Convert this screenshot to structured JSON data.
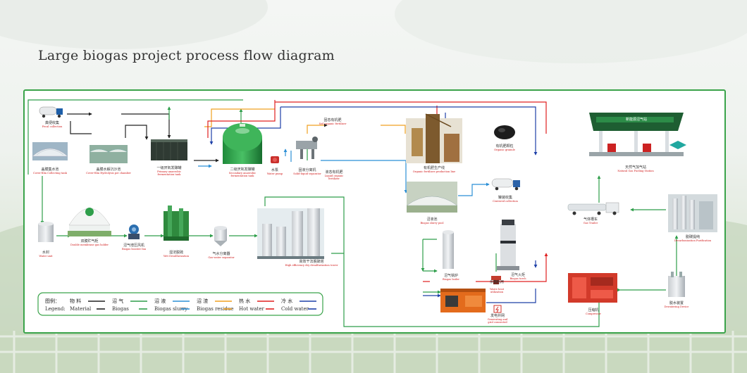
{
  "title": "Large biogas project process flow diagram",
  "colors": {
    "material": "#222222",
    "biogas": "#2e9e4a",
    "biogas_slurry": "#2b8fd6",
    "biogas_residue": "#f0a020",
    "hot_water": "#e02020",
    "cold_water": "#1e40a8",
    "frame": "#3aa34a"
  },
  "nodes": {
    "fecal_collection": {
      "cn": "粪便收集",
      "en": "Fecal collection"
    },
    "covered_collecting_tank": {
      "cn": "盖膜集水池",
      "en": "Cover-film Collecting tank"
    },
    "hydrolysis_pot": {
      "cn": "盖膜水解沉沙池",
      "en": "Cover-film Hydrolysis pot chamber"
    },
    "primary_fermentation": {
      "cn": "一级厌氧发酵罐",
      "en1": "Primary anaerobic",
      "en2": "fermentation tank"
    },
    "secondary_fermentation": {
      "cn": "二级厌氧发酵罐",
      "en1": "Secondary anaerobic",
      "en2": "fermentation tank"
    },
    "water_pump": {
      "cn": "水泵",
      "en": "Water pump"
    },
    "solid_liquid_separator": {
      "cn": "固液分离机",
      "en": "Solid-liquid separator"
    },
    "soil_organic_fertilizer": {
      "cn": "固态有机肥",
      "en": "Soil organic fertilizer"
    },
    "liquid_organic_fertilizer": {
      "cn": "液态有机肥",
      "en1": "Liquid organic",
      "en2": "fertilizer"
    },
    "fertilizer_production_line": {
      "cn": "有机肥生产线",
      "en": "Organic fertilizer production line"
    },
    "organic_granule": {
      "cn": "有机肥颗粒",
      "en": "Organic granule"
    },
    "biogas_slurry_pool": {
      "cn": "沼液池",
      "en": "Biogas slurry pool"
    },
    "centered_collection": {
      "cn": "罐装收集",
      "en": "Centered collection"
    },
    "water_unit": {
      "cn": "水封",
      "en": "Water unit"
    },
    "double_membrane_holder": {
      "cn": "双膜贮气柜",
      "en": "Double membrane gas holder"
    },
    "booster_fan": {
      "cn": "沼气增压风机",
      "en": "Biogas booster fan"
    },
    "wet_desulfurization": {
      "cn": "湿法脱硫",
      "en": "Wet Desulfurization"
    },
    "gas_water_separator": {
      "cn": "气水分离器",
      "en": "Gas-water separator"
    },
    "dry_desulfurization": {
      "cn": "高效干法脱硫塔",
      "en": "High efficiency dry desulfurization tower"
    },
    "biogas_boiler": {
      "cn": "沼气锅炉",
      "en": "Biogas boiler"
    },
    "biogas_torch": {
      "cn": "沼气火炬",
      "en": "Biogas torch"
    },
    "waste_heat": {
      "cn": "余热利用",
      "en1": "Waste heat",
      "en2": "utilization"
    },
    "generating": {
      "cn": "发电并网",
      "en1": "Generating and",
      "en2": "grid connected"
    },
    "natural_gas_station": {
      "cn": "天然气加气站",
      "en": "Natural Gas Fueling Station"
    },
    "gas_trailer": {
      "cn": "气体槽车",
      "en": "Gas Trailer"
    },
    "decarbonization": {
      "cn": "脱碳提纯",
      "en": "Decarbonization Purification"
    },
    "compressor": {
      "cn": "压缩机",
      "en": "Compressor"
    },
    "dewatering": {
      "cn": "脱水装置",
      "en": "Dewatering Device"
    }
  },
  "station_sign": "新能源沼气站",
  "legend": {
    "cn_label": "图例：",
    "en_label": "Legend:",
    "items": [
      {
        "cn": "物 料",
        "en": "Material"
      },
      {
        "cn": "沼 气",
        "en": "Biogas"
      },
      {
        "cn": "沼 液",
        "en": "Biogas slurry"
      },
      {
        "cn": "沼 渣",
        "en": "Biogas residue"
      },
      {
        "cn": "热 水",
        "en": "Hot water"
      },
      {
        "cn": "冷 水",
        "en": "Cold water"
      }
    ]
  }
}
